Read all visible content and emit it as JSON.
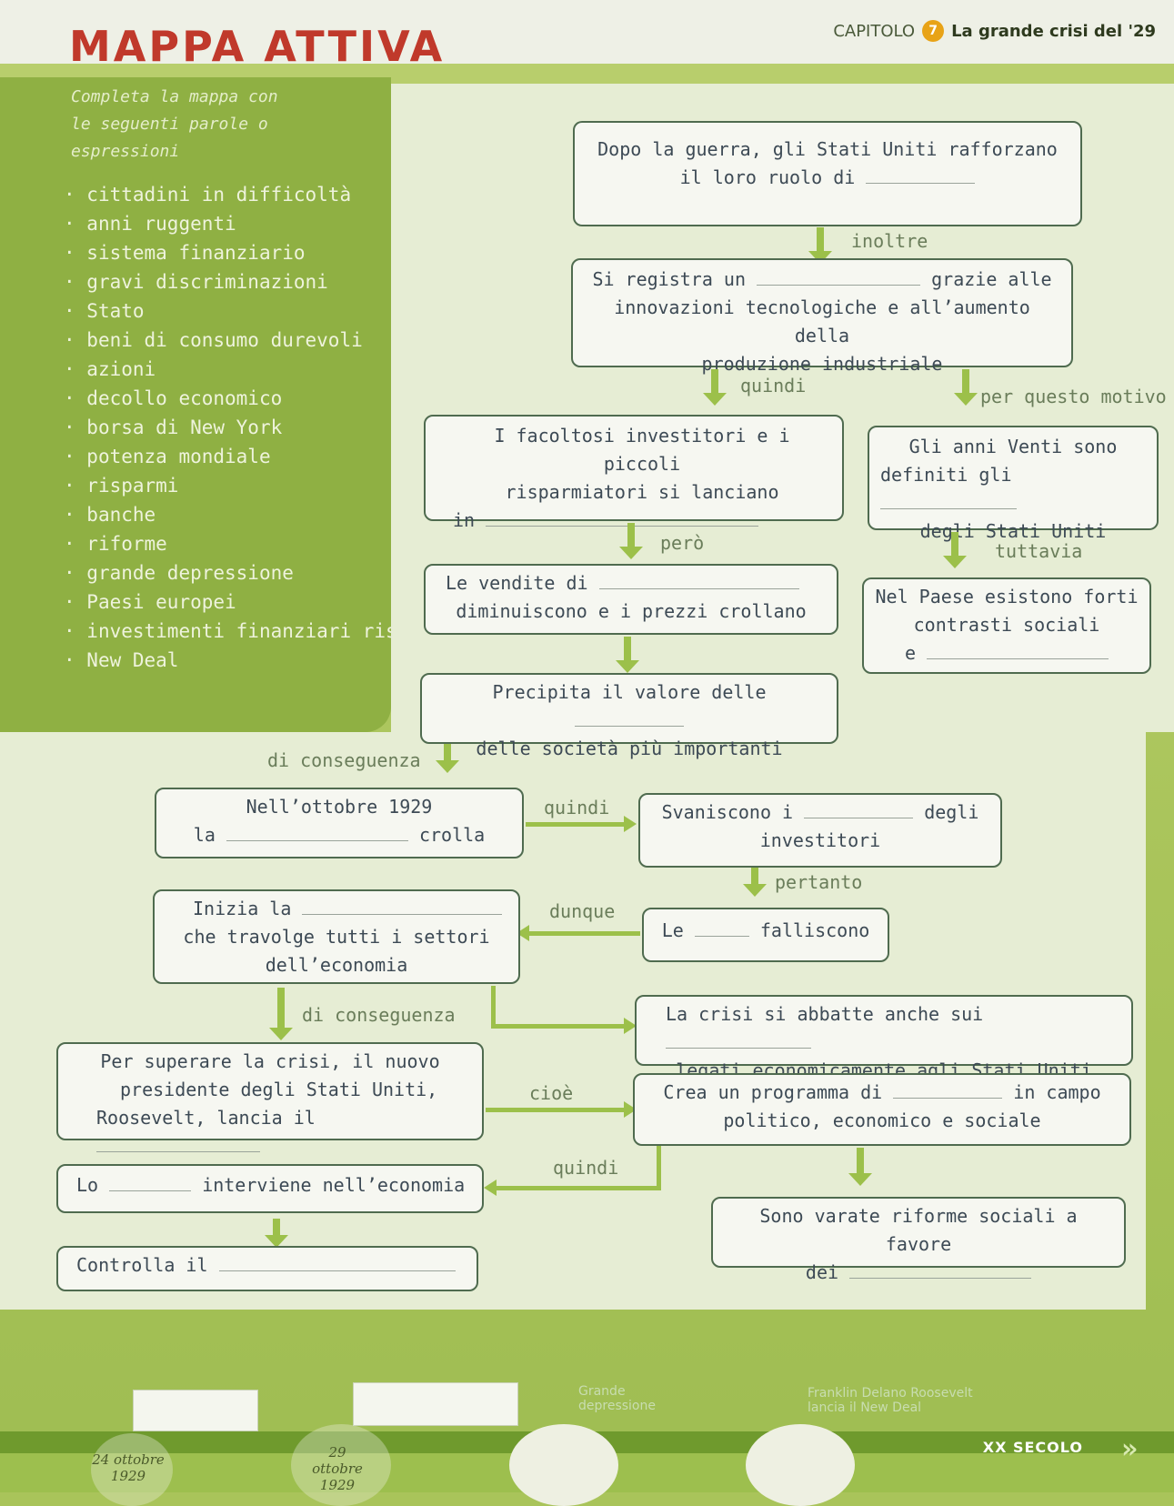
{
  "header": {
    "chapter_label": "CAPITOLO",
    "chapter_number": "7",
    "chapter_title": "La grande crisi del '29"
  },
  "title": "MAPPA ATTIVA",
  "sidebar": {
    "intro": "Completa la mappa con le seguenti parole o espressioni",
    "words": [
      "cittadini in difficoltà",
      "anni ruggenti",
      "sistema finanziario",
      "gravi discriminazioni",
      "Stato",
      "beni di consumo durevoli",
      "azioni",
      "decollo economico",
      "borsa di New York",
      "potenza mondiale",
      "risparmi",
      "banche",
      "riforme",
      "grande depressione",
      "Paesi europei",
      "investimenti finanziari rischiosi",
      "New Deal"
    ]
  },
  "map": {
    "box1": {
      "line1": "Dopo la guerra, gli Stati Uniti rafforzano",
      "line2": "il loro ruolo di"
    },
    "c1": "inoltre",
    "box2": {
      "line1a": "Si registra un",
      "line1b": "grazie alle",
      "line2": "innovazioni tecnologiche e all’aumento della",
      "line3": "produzione industriale"
    },
    "c2": "quindi",
    "c3": "per questo motivo",
    "box3": {
      "line1": "I facoltosi investitori e i piccoli",
      "line2": "risparmiatori si lanciano",
      "line3": "in"
    },
    "box4": {
      "line1": "Gli anni Venti sono",
      "line2": "definiti gli",
      "line3": "degli Stati Uniti"
    },
    "c4": "però",
    "c5": "tuttavia",
    "box5": {
      "line1": "Le vendite di",
      "line2": "diminuiscono e i prezzi crollano"
    },
    "box6": {
      "line1": "Nel Paese esistono forti",
      "line2": "contrasti sociali",
      "line3": "e"
    },
    "box7": {
      "line1": "Precipita il valore delle",
      "line2": "delle società più importanti"
    },
    "c6": "di conseguenza",
    "box8": {
      "line1": "Nell’ottobre 1929",
      "line2a": "la",
      "line2b": "crolla"
    },
    "c7": "quindi",
    "box9": {
      "line1a": "Svaniscono i",
      "line1b": "degli",
      "line2": "investitori"
    },
    "c8": "pertanto",
    "box10": {
      "line1a": "Le",
      "line1b": "falliscono"
    },
    "c9": "dunque",
    "box11": {
      "line1": "Inizia la",
      "line2": "che travolge tutti i settori",
      "line3": "dell’economia"
    },
    "c10": "di conseguenza",
    "box12": {
      "line1": "La crisi si abbatte anche sui",
      "line2": "legati economicamente agli Stati Uniti"
    },
    "box13": {
      "line1": "Per superare la crisi, il nuovo",
      "line2": "presidente degli Stati Uniti,",
      "line3": "Roosevelt, lancia il"
    },
    "c11": "cioè",
    "box14": {
      "line1a": "Crea un programma di",
      "line1b": "in campo",
      "line2": "politico, economico e sociale"
    },
    "c12": "quindi",
    "box15": {
      "line1a": "Lo",
      "line1b": "interviene nell’economia"
    },
    "box16": {
      "line1": "Sono varate riforme sociali a favore",
      "line2": "dei"
    },
    "box17": {
      "line1": "Controlla il"
    }
  },
  "timeline": {
    "labels": [
      {
        "text": "Grande depressione"
      },
      {
        "text": "Franklin Delano Roosevelt lancia il New Deal"
      }
    ],
    "dates": [
      "24 ottobre 1929",
      "29 ottobre 1929"
    ],
    "century": "XX SECOLO"
  }
}
